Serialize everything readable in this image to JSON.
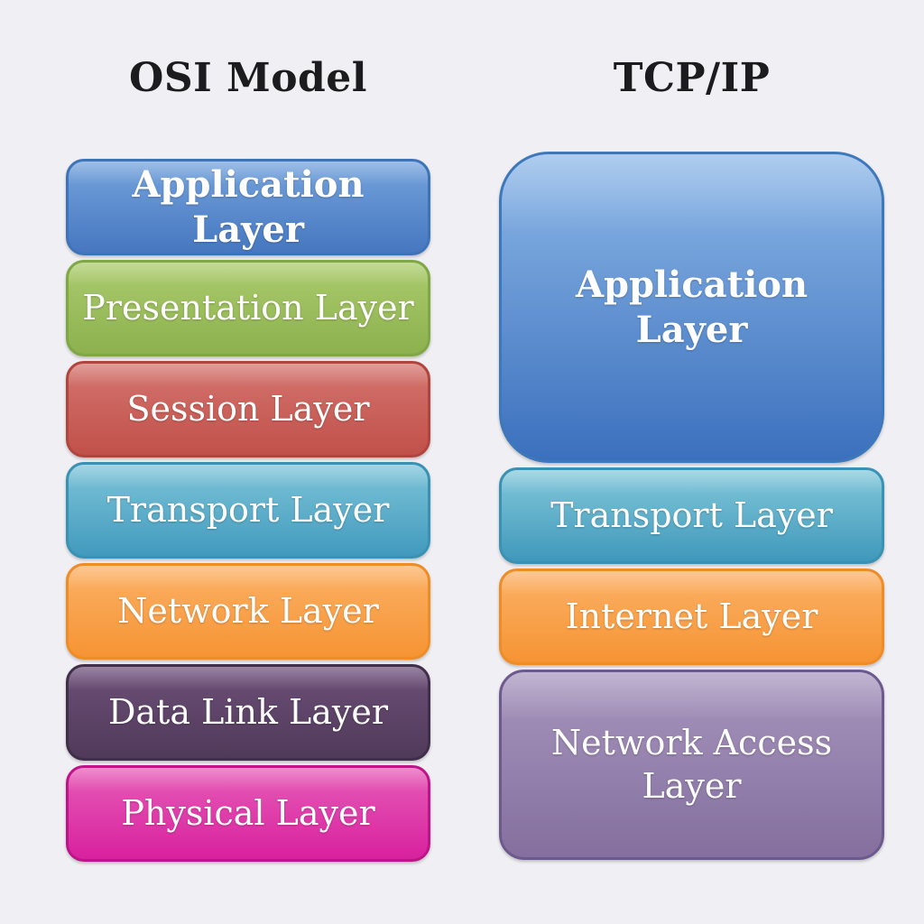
{
  "page": {
    "background": "#f0f0f4",
    "text_on_boxes": "#ffffff",
    "title_color": "#1c1c1e"
  },
  "titles": {
    "osi": "OSI Model",
    "tcpip": "TCP/IP"
  },
  "osi": {
    "boxes": [
      {
        "label": "Application Layer",
        "top": "#74a3dc",
        "bottom": "#4677c0",
        "border": "#3d74b9"
      },
      {
        "label": "Presentation Layer",
        "top": "#abcb6d",
        "bottom": "#8db14e",
        "border": "#7fa743"
      },
      {
        "label": "Session Layer",
        "top": "#d4746e",
        "bottom": "#c1504a",
        "border": "#b2443e"
      },
      {
        "label": "Transport Layer",
        "top": "#7ec4d9",
        "bottom": "#419abd",
        "border": "#3991b4"
      },
      {
        "label": "Network Layer",
        "top": "#fbb166",
        "bottom": "#f69434",
        "border": "#ee8c26"
      },
      {
        "label": "Data Link Layer",
        "top": "#6d4f78",
        "bottom": "#503a59",
        "border": "#402e4a"
      },
      {
        "label": "Physical Layer",
        "top": "#e65cb7",
        "bottom": "#d8219e",
        "border": "#bf1389"
      }
    ]
  },
  "tcpip": {
    "boxes": [
      {
        "label": "Application Layer",
        "top": "#8cb7e7",
        "bottom": "#3b70bd",
        "border": "#3d78bb"
      },
      {
        "label": "Transport Layer",
        "top": "#83c8da",
        "bottom": "#3f98bb",
        "border": "#3991b4"
      },
      {
        "label": "Internet Layer",
        "top": "#fbb166",
        "bottom": "#f69434",
        "border": "#ee8c26"
      },
      {
        "label": "Network Access Layer",
        "top": "#a795bd",
        "bottom": "#846f9e",
        "border": "#6c5a8e"
      }
    ]
  }
}
